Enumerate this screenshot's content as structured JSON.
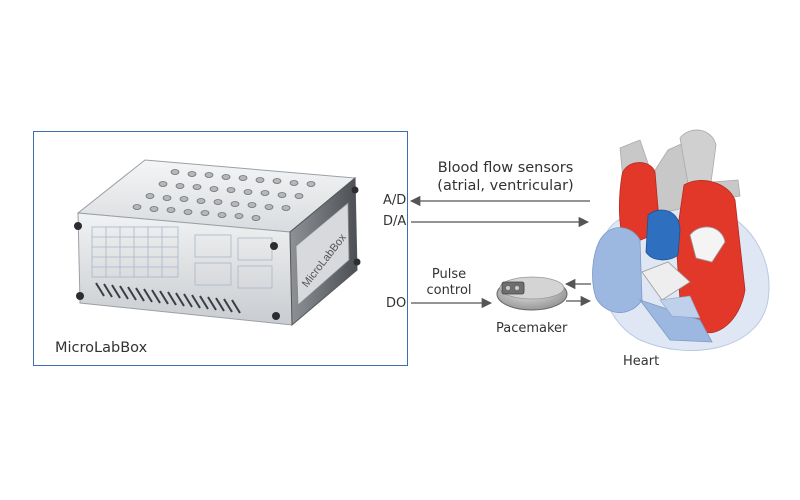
{
  "microlabbox": {
    "caption": "MicroLabBox",
    "device_brand": "MicroLabBox"
  },
  "ports": {
    "ad": "A/D",
    "da": "D/A",
    "do": "DO"
  },
  "signals": {
    "sensors_line1": "Blood flow sensors",
    "sensors_line2": "(atrial, ventricular)",
    "pulse_line1": "Pulse",
    "pulse_line2": "control"
  },
  "pacemaker": {
    "label": "Pacemaker"
  },
  "heart": {
    "label": "Heart"
  },
  "colors": {
    "box_border": "#3d6fb0",
    "arrow": "#555555",
    "heart_red": "#e2382a",
    "heart_blue": "#2f6fbf",
    "heart_lightblue": "#9db8e0",
    "heart_gray": "#c8c8c8"
  }
}
